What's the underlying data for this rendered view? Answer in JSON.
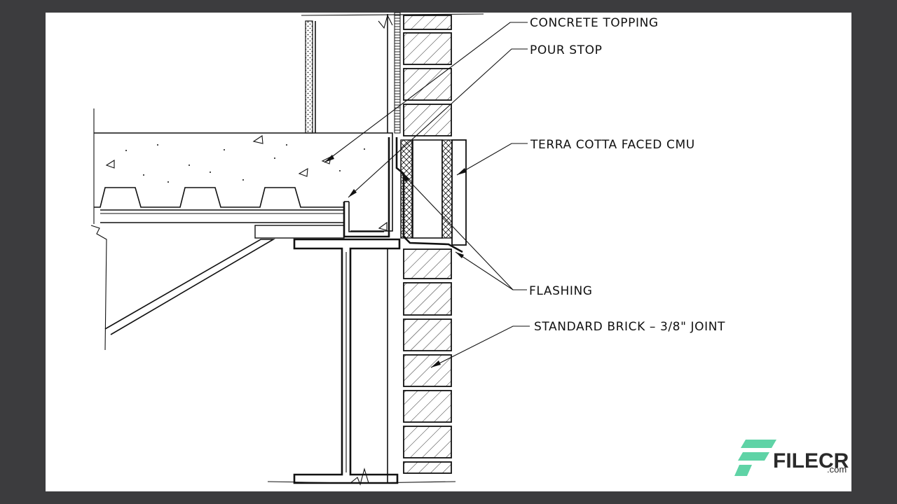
{
  "drawing": {
    "labels": {
      "concrete_topping": "CONCRETE TOPPING",
      "pour_stop": "POUR STOP",
      "terra_cotta": "TERRA COTTA FACED CMU",
      "flashing": "FLASHING",
      "standard_brick": "STANDARD BRICK – 3/8\" JOINT"
    }
  },
  "watermark": {
    "brand": "FILECR",
    "suffix": ".com",
    "icon": "filecr-logo-icon",
    "accent_color": "#5fd3a6"
  }
}
